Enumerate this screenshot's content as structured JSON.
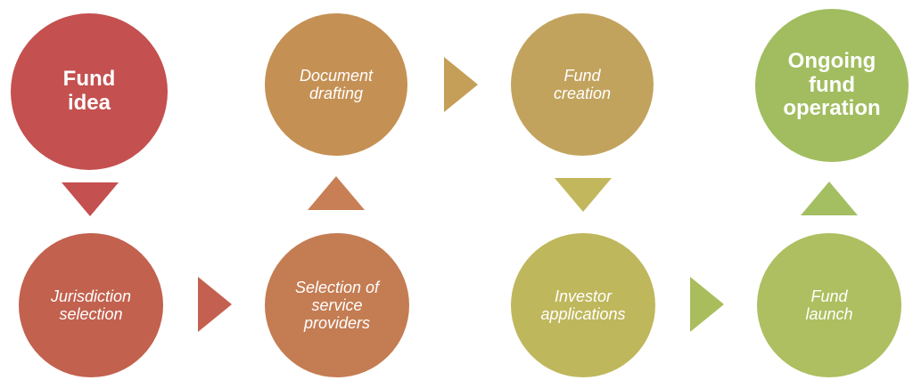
{
  "diagram": {
    "nodes": [
      {
        "id": "fund-idea",
        "label": "Fund\nidea",
        "style": "bold",
        "color": "#c4504f"
      },
      {
        "id": "document-drafting",
        "label": "Document\ndrafting",
        "style": "italic",
        "color": "#c59054"
      },
      {
        "id": "fund-creation",
        "label": "Fund\ncreation",
        "style": "italic",
        "color": "#c2a35d"
      },
      {
        "id": "ongoing-fund-operation",
        "label": "Ongoing\nfund\noperation",
        "style": "bold",
        "color": "#a1bd5f"
      },
      {
        "id": "jurisdiction-selection",
        "label": "Jurisdiction\nselection",
        "style": "italic",
        "color": "#c2614e"
      },
      {
        "id": "selection-of-service-providers",
        "label": "Selection of\nservice\nproviders",
        "style": "italic",
        "color": "#c47c52"
      },
      {
        "id": "investor-applications",
        "label": "Investor\napplications",
        "style": "italic",
        "color": "#bfb75c"
      },
      {
        "id": "fund-launch",
        "label": "Fund\nlaunch",
        "style": "italic",
        "color": "#adbf60"
      }
    ],
    "arrows": [
      {
        "from": "fund-idea",
        "to": "jurisdiction-selection",
        "direction": "down",
        "color": "#c4504f"
      },
      {
        "from": "jurisdiction-selection",
        "to": "selection-of-service-providers",
        "direction": "right",
        "color": "#c4604f"
      },
      {
        "from": "selection-of-service-providers",
        "to": "document-drafting",
        "direction": "up",
        "color": "#c87f55"
      },
      {
        "from": "document-drafting",
        "to": "fund-creation",
        "direction": "right",
        "color": "#c59e57"
      },
      {
        "from": "fund-creation",
        "to": "investor-applications",
        "direction": "down",
        "color": "#c2b75c"
      },
      {
        "from": "investor-applications",
        "to": "fund-launch",
        "direction": "right",
        "color": "#aabd5c"
      },
      {
        "from": "fund-launch",
        "to": "ongoing-fund-operation",
        "direction": "up",
        "color": "#a3bf62"
      }
    ]
  }
}
